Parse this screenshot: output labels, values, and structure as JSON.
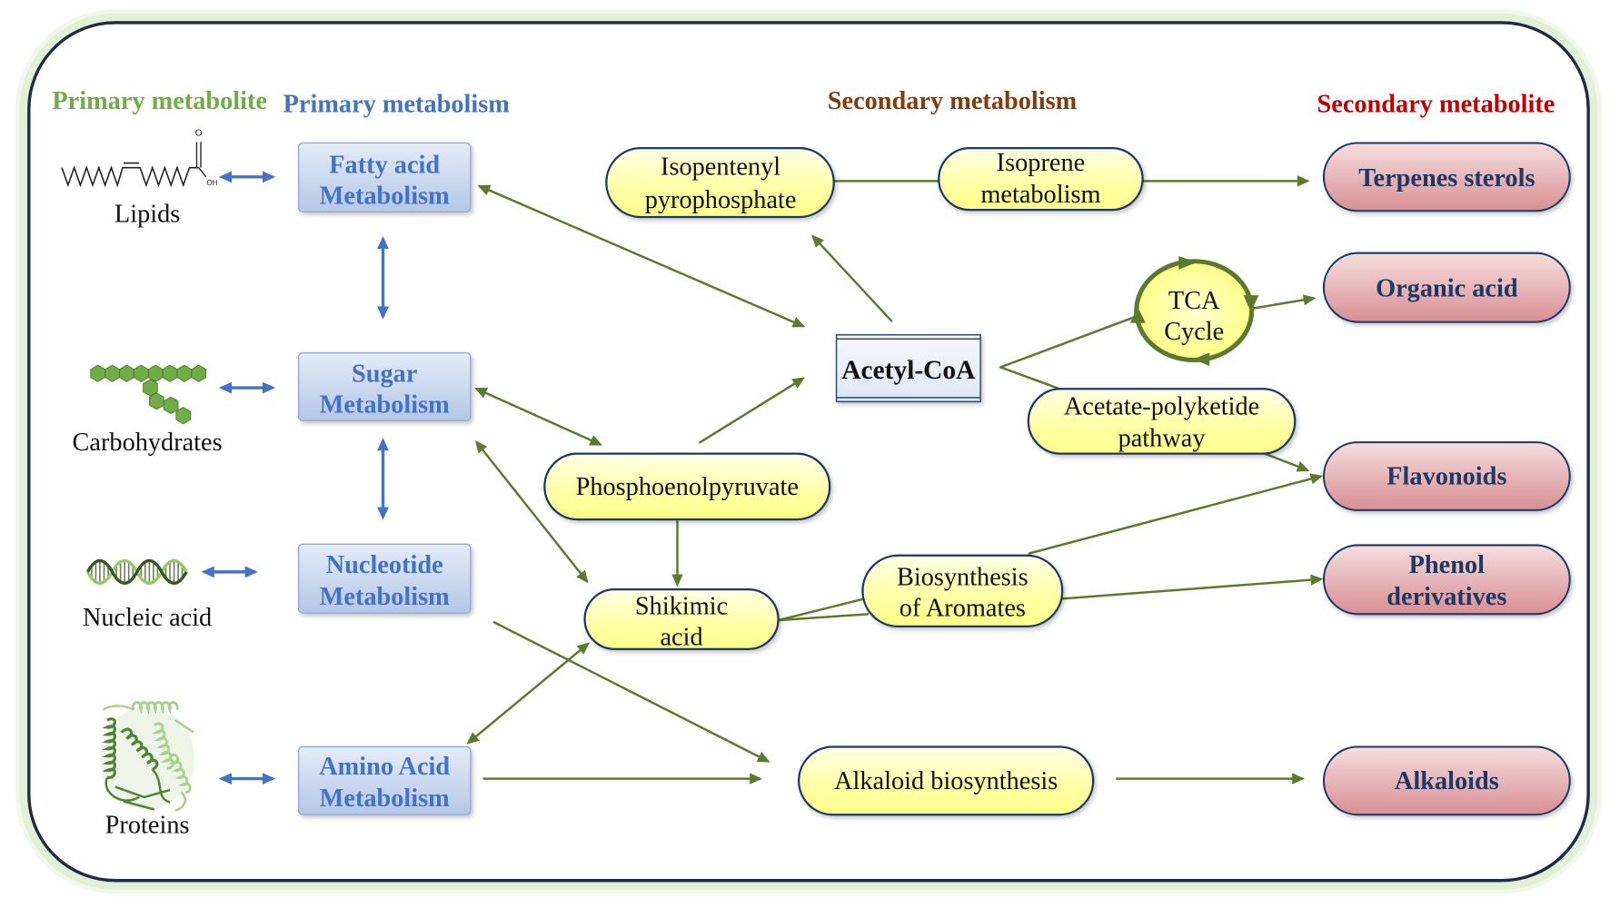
{
  "headers": {
    "primary_metabolite": "Primary metabolite",
    "primary_metabolism": "Primary metabolism",
    "secondary_metabolism": "Secondary metabolism",
    "secondary_metabolite": "Secondary metabolite"
  },
  "primary_metabolites": [
    {
      "label": "Lipids",
      "icon": "fatty-acid-structure-icon"
    },
    {
      "label": "Carbohydrates",
      "icon": "carbohydrate-chain-icon"
    },
    {
      "label": "Nucleic acid",
      "icon": "dna-helix-icon"
    },
    {
      "label": "Proteins",
      "icon": "protein-ribbon-icon"
    }
  ],
  "fatty_acid_structure": {
    "carbonyl_oxygen": "O",
    "hydroxyl": "OH"
  },
  "primary_metabolism": [
    {
      "line1": "Fatty acid",
      "line2": "Metabolism"
    },
    {
      "line1": "Sugar",
      "line2": "Metabolism"
    },
    {
      "line1": "Nucleotide",
      "line2": "Metabolism"
    },
    {
      "line1": "Amino Acid",
      "line2": "Metabolism"
    }
  ],
  "secondary_metabolism": {
    "isopentenyl": {
      "line1": "Isopentenyl",
      "line2": "pyrophosphate"
    },
    "isoprene": {
      "line1": "Isoprene",
      "line2": "metabolism"
    },
    "acetyl_coa": "Acetyl-CoA",
    "tca": {
      "line1": "TCA",
      "line2": "Cycle"
    },
    "acetate_polyketide": {
      "line1": "Acetate-polyketide",
      "line2": "pathway"
    },
    "phosphoenolpyruvate": "Phosphoenolpyruvate",
    "shikimic": {
      "line1": "Shikimic",
      "line2": "acid"
    },
    "aromates": {
      "line1": "Biosynthesis",
      "line2": "of Aromates"
    },
    "alkaloid_biosynthesis": "Alkaloid biosynthesis"
  },
  "secondary_metabolites": [
    {
      "line1": "Terpenes sterols"
    },
    {
      "line1": "Organic acid"
    },
    {
      "line1": "Flavonoids"
    },
    {
      "line1": "Phenol",
      "line2": "derivatives"
    },
    {
      "line1": "Alkaloids"
    }
  ],
  "colors": {
    "primary_metabolite_text": "#70ad47",
    "primary_metabolism_text": "#4472c4",
    "secondary_metabolism_text": "#843c0c",
    "secondary_metabolite_text": "#c00000",
    "metabolite_pill_text": "#1f3864",
    "arrow_green": "#5b7a2e",
    "arrow_blue": "#4472c4",
    "frame": "#1f2a44"
  }
}
